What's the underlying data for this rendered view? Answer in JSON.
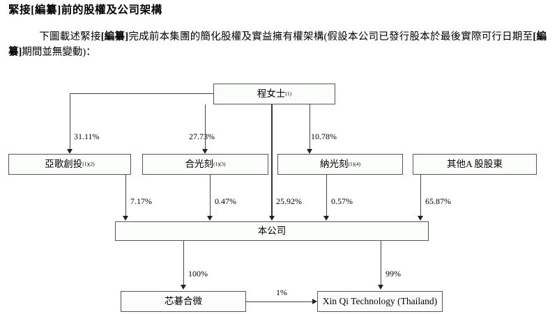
{
  "document": {
    "title": "緊接[編纂]前的股權及公司架構",
    "paragraph": {
      "seg1": "下圖載述緊接",
      "bold1": "[編纂]",
      "seg2": "完成前本集團的簡化股權及實益擁有權架構(假設本公司已發行股本於最後實際可行日期至",
      "bold2": "[編纂]",
      "seg3": "期間並無變動)："
    }
  },
  "chart_data": {
    "type": "diagram",
    "title": "緊接[編纂]前的股權及公司架構",
    "nodes": [
      {
        "id": "chen",
        "label": "程女士",
        "sup": "(1)"
      },
      {
        "id": "yage",
        "label": "亞歌創投",
        "sup": "(1)(2)"
      },
      {
        "id": "heguangke",
        "label": "合光刻",
        "sup": "(1)(3)"
      },
      {
        "id": "naguangke",
        "label": "納光刻",
        "sup": "(1)(4)"
      },
      {
        "id": "other_a",
        "label": "其他A 股股東",
        "sup": ""
      },
      {
        "id": "company",
        "label": "本公司",
        "sup": ""
      },
      {
        "id": "xinqihewei",
        "label": "芯碁合微",
        "sup": ""
      },
      {
        "id": "thailand",
        "label": "Xin Qi Technology (Thailand)",
        "sup": ""
      }
    ],
    "edges": [
      {
        "from": "chen",
        "to": "yage",
        "label": "31.11%"
      },
      {
        "from": "chen",
        "to": "heguangke",
        "label": "27.73%"
      },
      {
        "from": "chen",
        "to": "naguangke",
        "label": "10.78%"
      },
      {
        "from": "yage",
        "to": "company",
        "label": "7.17%"
      },
      {
        "from": "heguangke",
        "to": "company",
        "label": "0.47%"
      },
      {
        "from": "chen",
        "to": "company",
        "label": "25.92%"
      },
      {
        "from": "naguangke",
        "to": "company",
        "label": "0.57%"
      },
      {
        "from": "other_a",
        "to": "company",
        "label": "65.87%"
      },
      {
        "from": "company",
        "to": "xinqihewei",
        "label": "100%"
      },
      {
        "from": "company",
        "to": "thailand",
        "label": "99%"
      },
      {
        "from": "xinqihewei",
        "to": "thailand",
        "label": "1%"
      }
    ],
    "labels": {
      "e_3111": "31.11%",
      "e_2773": "27.73%",
      "e_1078": "10.78%",
      "e_717": "7.17%",
      "e_047": "0.47%",
      "e_2592": "25.92%",
      "e_057": "0.57%",
      "e_6587": "65.87%",
      "e_100": "100%",
      "e_99": "99%",
      "e_1": "1%"
    },
    "colors": {
      "node_border": "#555555",
      "node_fill": "#fbfdfb",
      "line": "#444444",
      "text": "#000000"
    }
  }
}
